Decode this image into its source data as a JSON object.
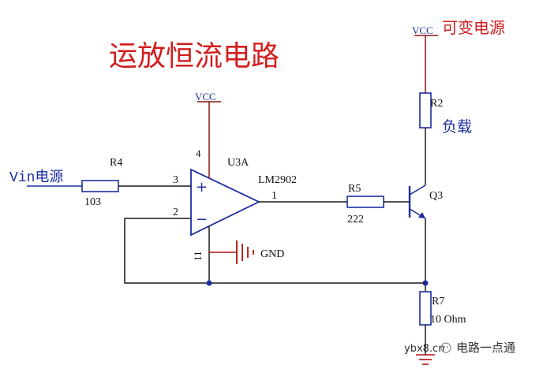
{
  "title": "运放恒流电路",
  "colors": {
    "title": "#d21e1e",
    "wire_dark": "#1a1a1a",
    "wire_red": "#8a1010",
    "symbol_blue": "#1c2ea0",
    "ground": "#b01010",
    "label_blue": "#1c2ea0",
    "label_red": "#cc2020",
    "label_black": "#111111"
  },
  "labels": {
    "vcc_top": "VCC",
    "vcc_top_note": "可变电源",
    "vcc_opamp": "VCC",
    "vin": "Vin电源",
    "r4_name": "R4",
    "r4_value": "103",
    "pin3": "3",
    "pin2": "2",
    "pin4": "4",
    "pin11": "11",
    "pin1": "1",
    "opamp_ref": "U3A",
    "opamp_part": "LM2902",
    "plus_sign": "+",
    "minus_sign": "−",
    "r5_name": "R5",
    "r5_value": "222",
    "q3_name": "Q3",
    "r2_name": "R2",
    "load": "负载",
    "r7_name": "R7",
    "r7_value": "10 Ohm",
    "gnd": "GND"
  },
  "watermark": {
    "site": "ybx8.cn",
    "brand": "电路一点通"
  }
}
